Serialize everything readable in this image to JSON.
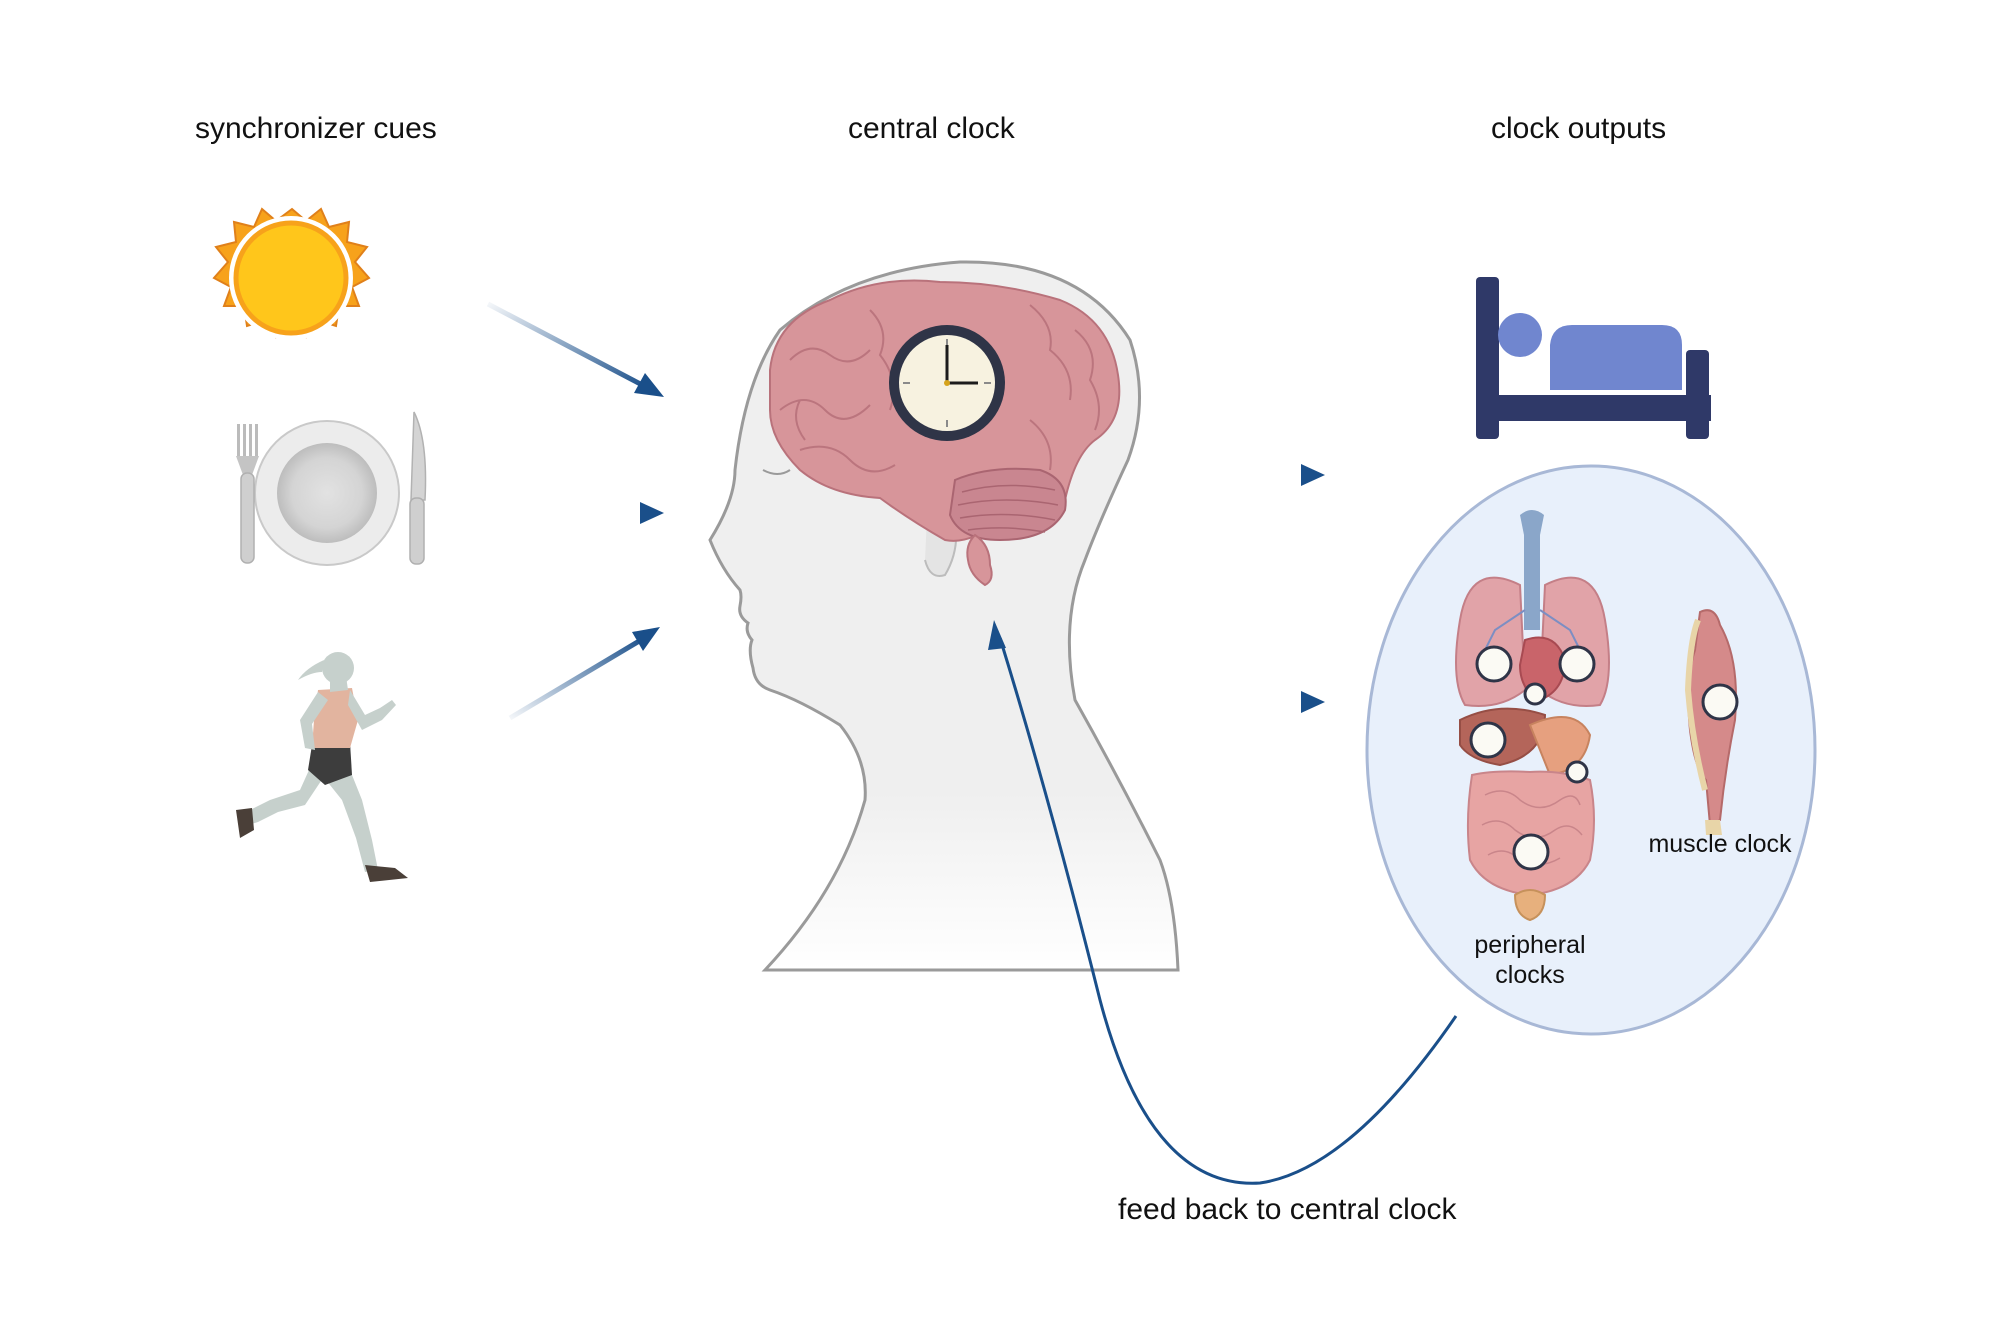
{
  "headers": {
    "synchronizer": "synchronizer cues",
    "central": "central clock",
    "outputs": "clock outputs"
  },
  "labels": {
    "peripheral_line1": "peripheral",
    "peripheral_line2": "clocks",
    "muscle": "muscle clock",
    "feedback": "feed back to central clock"
  },
  "colors": {
    "arrow": "#1a4f8a",
    "head_fill": "#efefef",
    "brain": "#d7959a",
    "sun": "#ffc61b",
    "sun_outer": "#f7a21b",
    "bed": "#2f3968",
    "bed_blanket": "#7086cf",
    "oval_fill": "#e8f0fb",
    "oval_stroke": "#a8b8d6"
  },
  "icons": [
    "sun-icon",
    "plate-cutlery-icon",
    "runner-icon",
    "head-brain-icon",
    "wall-clock-icon",
    "bed-icon",
    "organs-icon",
    "muscle-leg-icon"
  ]
}
